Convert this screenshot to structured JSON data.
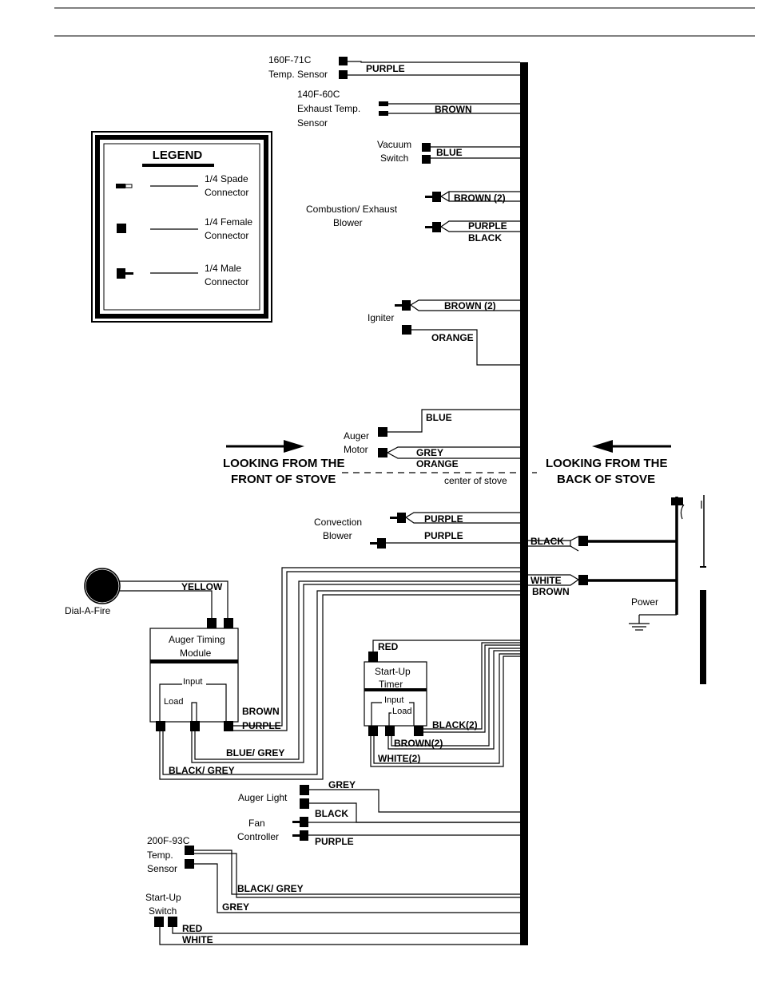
{
  "legend": {
    "title": "LEGEND",
    "items": [
      {
        "line1": "1/4 Spade",
        "line2": "Connector"
      },
      {
        "line1": "1/4 Female",
        "line2": "Connector"
      },
      {
        "line1": "1/4 Male",
        "line2": "Connector"
      }
    ]
  },
  "components": {
    "temp_160": {
      "line1": "160F-71C",
      "line2": "Temp. Sensor"
    },
    "exhaust_temp": {
      "line1": "140F-60C",
      "line2": "Exhaust Temp.",
      "line3": "Sensor"
    },
    "vacuum": {
      "line1": "Vacuum",
      "line2": "Switch"
    },
    "combustion": {
      "line1": "Combustion/ Exhaust",
      "line2": "Blower"
    },
    "igniter": "Igniter",
    "auger_motor": {
      "line1": "Auger",
      "line2": "Motor"
    },
    "convection": {
      "line1": "Convection",
      "line2": "Blower"
    },
    "dial_a_fire": "Dial-A-Fire",
    "auger_module": {
      "line1": "Auger Timing",
      "line2": "Module",
      "input": "Input",
      "load": "Load"
    },
    "startup_timer": {
      "line1": "Start-Up",
      "line2": "Timer",
      "input": "Input",
      "load": "Load"
    },
    "auger_light": "Auger Light",
    "fan_controller": {
      "line1": "Fan",
      "line2": "Controller"
    },
    "temp_200": {
      "line1": "200F-93C",
      "line2": "Temp.",
      "line3": "Sensor"
    },
    "startup_switch": {
      "line1": "Start-Up",
      "line2": "Switch"
    },
    "power": "Power"
  },
  "wires": {
    "purple_temp": "PURPLE",
    "brown_exhaust": "BROWN",
    "blue_vacuum": "BLUE",
    "brown2_comb": "BROWN (2)",
    "purple_comb": "PURPLE",
    "black_comb": "BLACK",
    "brown2_ign": "BROWN (2)",
    "orange_ign": "ORANGE",
    "blue_auger": "BLUE",
    "grey_auger": "GREY",
    "orange_auger": "ORANGE",
    "purple_conv1": "PURPLE",
    "purple_conv2": "PURPLE",
    "black_power": "BLACK",
    "white_power": "WHITE",
    "brown_power": "BROWN",
    "yellow_dial": "YELLOW",
    "brown_module": "BROWN",
    "purple_module": "PURPLE",
    "blue_grey_module": "BLUE/ GREY",
    "black_grey_module": "BLACK/ GREY",
    "red_timer": "RED",
    "black2_timer": "BLACK(2)",
    "brown2_timer": "BROWN(2)",
    "white2_timer": "WHITE(2)",
    "grey_light": "GREY",
    "black_light": "BLACK",
    "purple_fan": "PURPLE",
    "black_grey_sensor": "BLACK/ GREY",
    "grey_sensor": "GREY",
    "red_switch": "RED",
    "white_switch": "WHITE"
  },
  "annotations": {
    "front_line1": "LOOKING FROM THE",
    "front_line2": "FRONT OF STOVE",
    "back_line1": "LOOKING FROM THE",
    "back_line2": "BACK OF STOVE",
    "center": "center of stove"
  }
}
